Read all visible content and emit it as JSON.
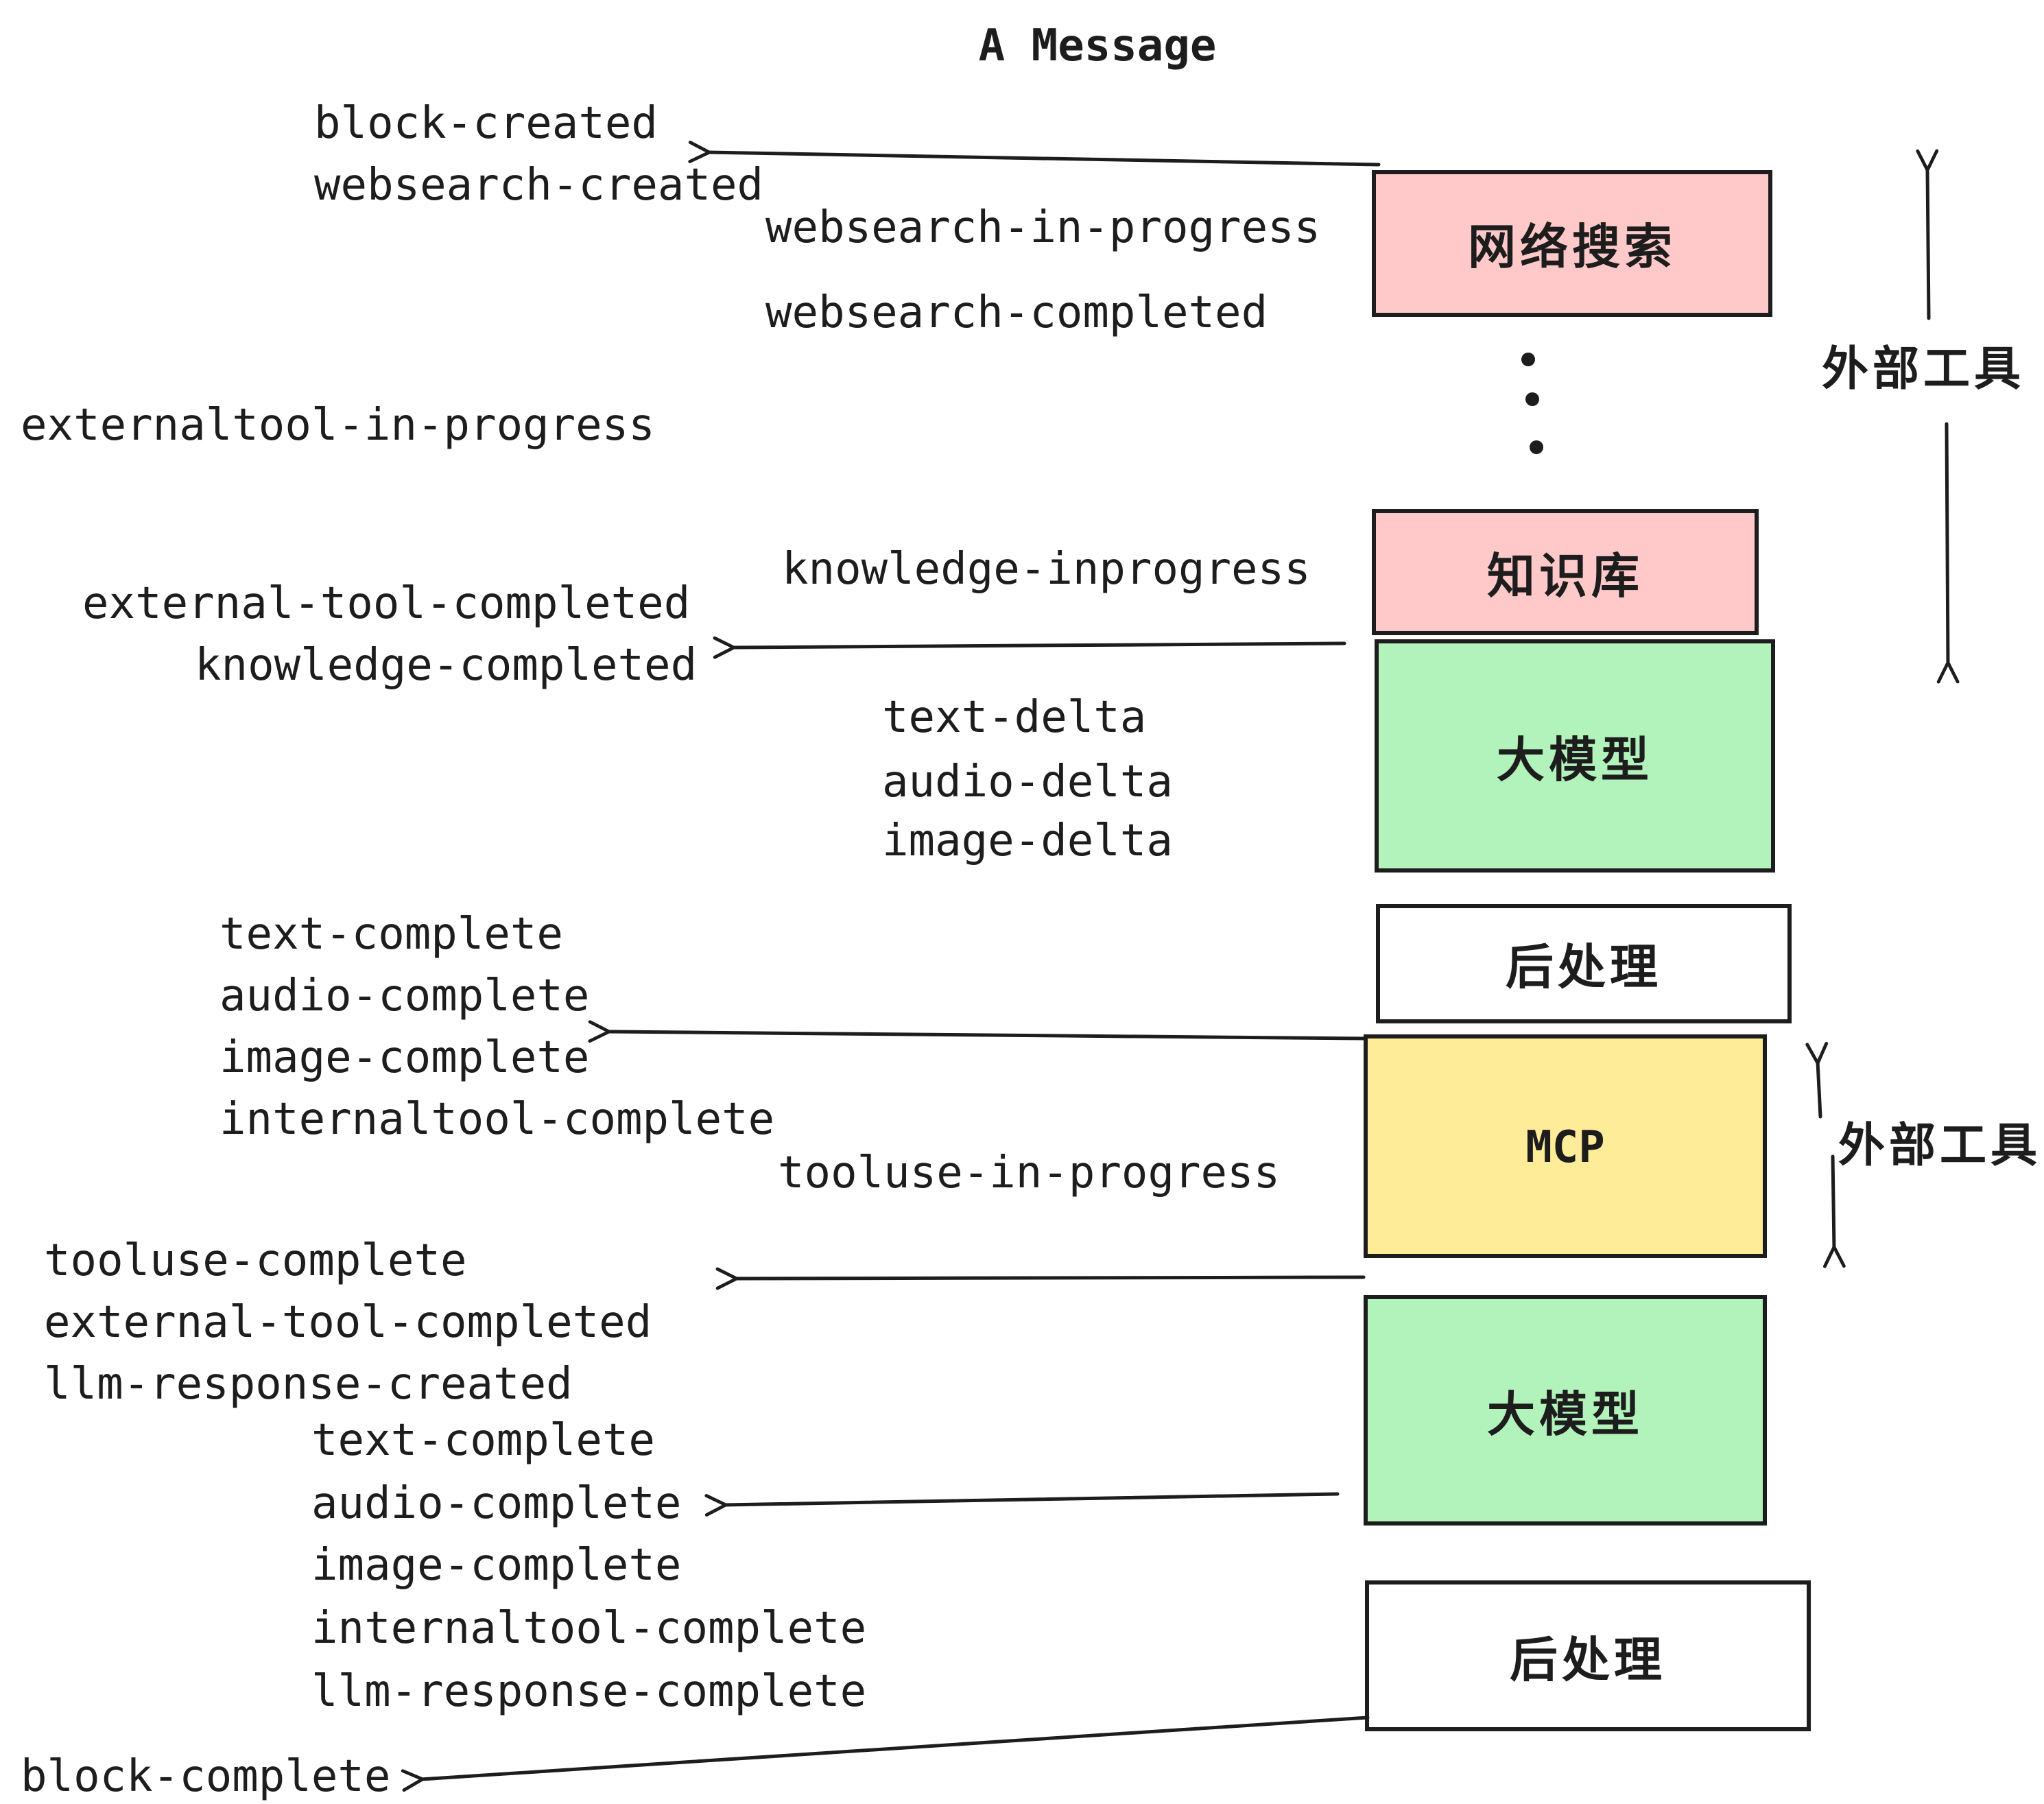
{
  "title": "A Message",
  "colors": {
    "pink": "#ffc9c9",
    "green": "#b2f2bb",
    "yellow": "#ffec99",
    "white": "#ffffff",
    "ink": "#1d1d1d"
  },
  "boxes": [
    {
      "id": "websearch",
      "label": "网络搜索",
      "color": "pink"
    },
    {
      "id": "knowledge",
      "label": "知识库",
      "color": "pink"
    },
    {
      "id": "llm-1",
      "label": "大模型",
      "color": "green"
    },
    {
      "id": "postprocess-1",
      "label": "后处理",
      "color": "white"
    },
    {
      "id": "mcp",
      "label": "MCP",
      "color": "yellow"
    },
    {
      "id": "llm-2",
      "label": "大模型",
      "color": "green"
    },
    {
      "id": "postprocess-2",
      "label": "后处理",
      "color": "white"
    }
  ],
  "side_labels": {
    "external_tools_1": "外部工具",
    "external_tools_2": "外部工具"
  },
  "events": [
    {
      "text": "block-created"
    },
    {
      "text": "websearch-created"
    },
    {
      "text": "websearch-in-progress"
    },
    {
      "text": "websearch-completed"
    },
    {
      "text": "externaltool-in-progress"
    },
    {
      "text": "knowledge-inprogress"
    },
    {
      "text": "external-tool-completed"
    },
    {
      "text": "knowledge-completed"
    },
    {
      "text": "text-delta"
    },
    {
      "text": "audio-delta"
    },
    {
      "text": "image-delta"
    },
    {
      "text": "text-complete"
    },
    {
      "text": "audio-complete"
    },
    {
      "text": "image-complete"
    },
    {
      "text": "internaltool-complete"
    },
    {
      "text": "tooluse-in-progress"
    },
    {
      "text": "tooluse-complete"
    },
    {
      "text": "external-tool-completed"
    },
    {
      "text": "llm-response-created"
    },
    {
      "text": "text-complete"
    },
    {
      "text": "audio-complete"
    },
    {
      "text": "image-complete"
    },
    {
      "text": "internaltool-complete"
    },
    {
      "text": "llm-response-complete"
    },
    {
      "text": "block-complete"
    }
  ]
}
